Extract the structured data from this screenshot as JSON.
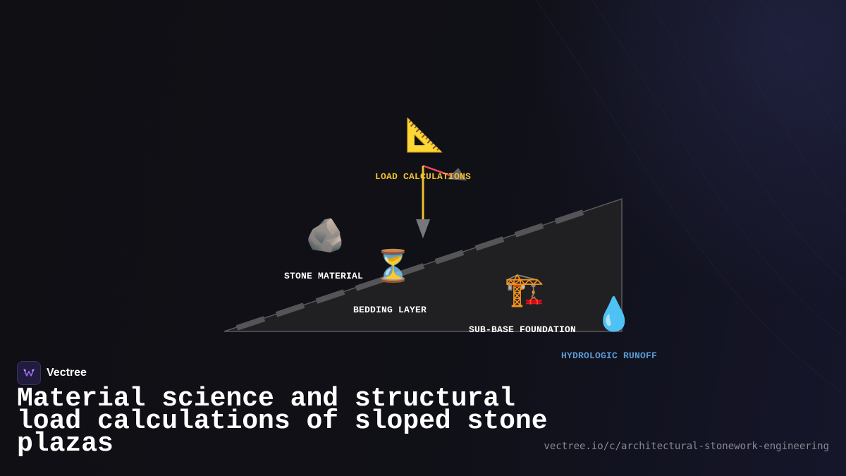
{
  "scene": {
    "labels": {
      "load_calculations": "LOAD CALCULATIONS",
      "stone_material": "STONE MATERIAL",
      "bedding_layer": "BEDDING LAYER",
      "sub_base_foundation": "SUB-BASE FOUNDATION",
      "hydrologic_runoff": "HYDROLOGIC RUNOFF"
    },
    "icons": {
      "load_calculations": "triangular-ruler-icon",
      "stone_material": "rock-icon",
      "bedding_layer": "hourglass-icon",
      "sub_base_foundation": "construction-crane-icon",
      "hydrologic_runoff": "water-droplet-icon"
    },
    "glyphs": {
      "ruler": "📐",
      "rock": "🪨",
      "hourglass": "⏳",
      "crane": "🏗️",
      "droplet": "💧"
    },
    "colors": {
      "load_label": "#f0c030",
      "hydro_label": "#5b9bd5",
      "default_label": "#ffffff",
      "load_arrow": "#f0c030",
      "moment_arm": "#e84a5f",
      "slope_fill": "#202022",
      "slope_stroke": "#5a5a5e",
      "paver": "#555558"
    }
  },
  "brand": {
    "name": "Vectree",
    "logo_icon": "vectree-logo-icon"
  },
  "headline": "Material science and structural load calculations of sloped stone plazas",
  "url": "vectree.io/c/architectural-stonework-engineering"
}
